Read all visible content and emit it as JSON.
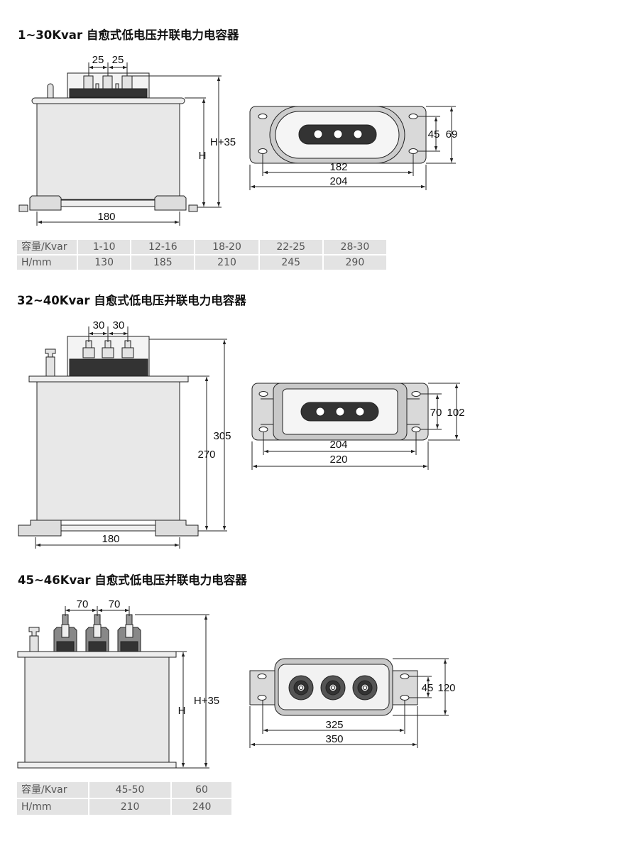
{
  "sections": [
    {
      "title": "1~30Kvar 自愈式低电压并联电力电容器",
      "side_view": {
        "pitch1": "25",
        "pitch2": "25",
        "height_inner": "H",
        "height_outer": "H+35",
        "width": "180"
      },
      "top_view": {
        "hole_spacing": "182",
        "overall_width": "204",
        "hole_pitch": "45",
        "overall_depth": "69"
      },
      "table": {
        "header_label": "容量/Kvar",
        "row_label": "H/mm",
        "capacities": [
          "1-10",
          "12-16",
          "18-20",
          "22-25",
          "28-30"
        ],
        "heights": [
          "130",
          "185",
          "210",
          "245",
          "290"
        ]
      }
    },
    {
      "title": "32~40Kvar 自愈式低电压并联电力电容器",
      "side_view": {
        "pitch1": "30",
        "pitch2": "30",
        "height_inner": "270",
        "height_outer": "305",
        "width": "180"
      },
      "top_view": {
        "hole_spacing": "204",
        "overall_width": "220",
        "hole_pitch": "70",
        "overall_depth": "102"
      }
    },
    {
      "title": "45~46Kvar 自愈式低电压并联电力电容器",
      "side_view": {
        "pitch1": "70",
        "pitch2": "70",
        "height_inner": "H",
        "height_outer": "H+35"
      },
      "top_view": {
        "hole_spacing": "325",
        "overall_width": "350",
        "hole_pitch": "45",
        "overall_depth": "120"
      },
      "table": {
        "header_label": "容量/Kvar",
        "row_label": "H/mm",
        "capacities": [
          "45-50",
          "60"
        ],
        "heights": [
          "210",
          "240"
        ]
      }
    }
  ],
  "colors": {
    "body": "#e8e8e8",
    "dark": "#333333",
    "tab": "#cfcfcf",
    "line": "#222222"
  }
}
